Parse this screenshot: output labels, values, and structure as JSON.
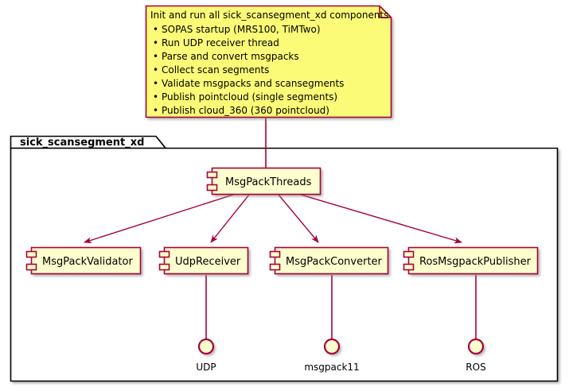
{
  "diagram": {
    "type": "uml-component-diagram",
    "colors": {
      "component_fill": "#FEFECE",
      "component_border": "#A80036",
      "note_fill": "#FBFB77",
      "note_border": "#A80036",
      "package_border": "#000000",
      "arrow": "#A80036",
      "shadow": "#AAAAAA",
      "background": "#FFFFFF"
    },
    "note": {
      "title": "Init and run all sick_scansegment_xd components",
      "bullets": [
        "SOPAS startup (MRS100, TiMTwo)",
        "Run UDP receiver thread",
        "Parse and convert msgpacks",
        "Collect scan segments",
        "Validate msgpacks and scansegments",
        "Publish pointcloud (single segments)",
        "Publish cloud_360 (360 pointcloud)"
      ],
      "bullet_glyph": "•",
      "attached_to": "MsgPackThreads"
    },
    "package": {
      "label": "sick_scansegment_xd"
    },
    "components": [
      {
        "id": "msgpackthreads",
        "label": "MsgPackThreads"
      },
      {
        "id": "msgpackvalidator",
        "label": "MsgPackValidator"
      },
      {
        "id": "udpreceiver",
        "label": "UdpReceiver"
      },
      {
        "id": "msgpackconverter",
        "label": "MsgPackConverter"
      },
      {
        "id": "rosmsgpackpublisher",
        "label": "RosMsgpackPublisher"
      }
    ],
    "interfaces": [
      {
        "id": "udp",
        "label": "UDP",
        "provider": "UdpReceiver"
      },
      {
        "id": "msgpack11",
        "label": "msgpack11",
        "provider": "MsgPackConverter"
      },
      {
        "id": "ros",
        "label": "ROS",
        "provider": "RosMsgpackPublisher"
      }
    ],
    "arrows": [
      {
        "from": "MsgPackThreads",
        "to": "MsgPackValidator"
      },
      {
        "from": "MsgPackThreads",
        "to": "UdpReceiver"
      },
      {
        "from": "MsgPackThreads",
        "to": "MsgPackConverter"
      },
      {
        "from": "MsgPackThreads",
        "to": "RosMsgpackPublisher"
      }
    ]
  }
}
